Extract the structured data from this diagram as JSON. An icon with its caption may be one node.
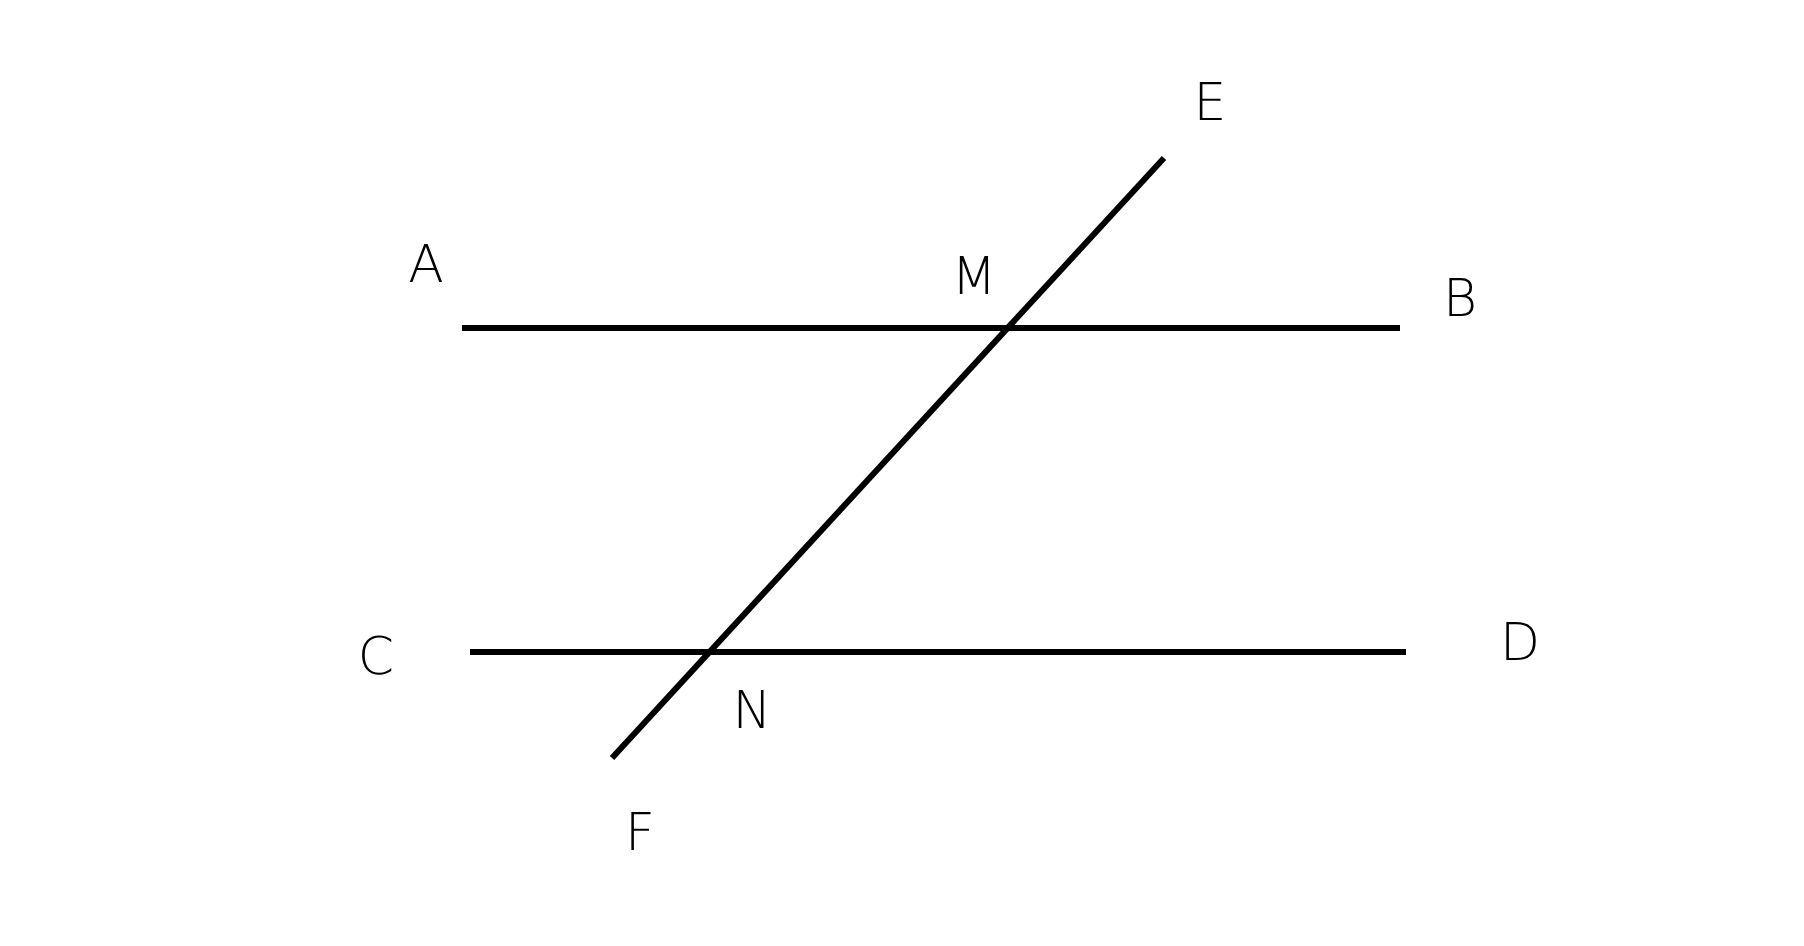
{
  "diagram": {
    "labels": [
      "E",
      "A",
      "M",
      "B",
      "C",
      "D",
      "N",
      "F"
    ]
  }
}
